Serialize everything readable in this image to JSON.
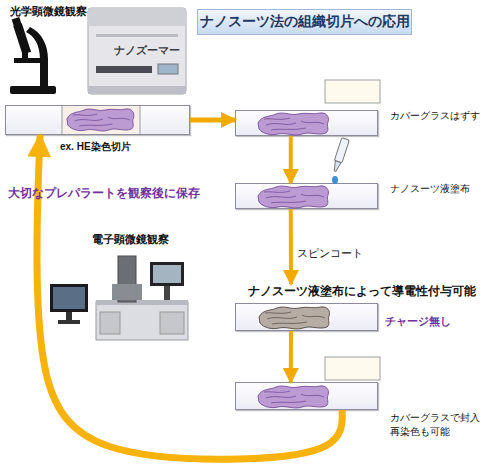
{
  "diagram": {
    "title": "ナノスーツ法の組織切片への応用",
    "nodes": [
      {
        "text": [
          "ex. HE染色切片"
        ]
      },
      {
        "text": [
          "カバーグラスはずす"
        ]
      },
      {
        "text": [
          "ナノスーツ液塗布"
        ]
      },
      {
        "text": [
          "ナノスーツ液塗布によって導電性付与可能",
          "チャージ無し"
        ]
      },
      {
        "text": [
          "カバーグラスで封入 再染色も可能"
        ]
      }
    ],
    "edges": [
      {
        "from": 0,
        "to": 1,
        "arrow": "to"
      },
      {
        "from": 1,
        "to": 2,
        "arrow": "to"
      },
      {
        "from": 2,
        "to": 3,
        "label": "スピンコート",
        "arrow": "to"
      },
      {
        "from": 3,
        "to": 4,
        "arrow": "to"
      },
      {
        "from": 4,
        "to": 0,
        "label": "大切なプレパラートを観察後に保存",
        "arrow": "to"
      }
    ],
    "labels": [
      "光学顕微鏡観察",
      "ナノズーマー",
      "電子顕微鏡観察"
    ]
  }
}
